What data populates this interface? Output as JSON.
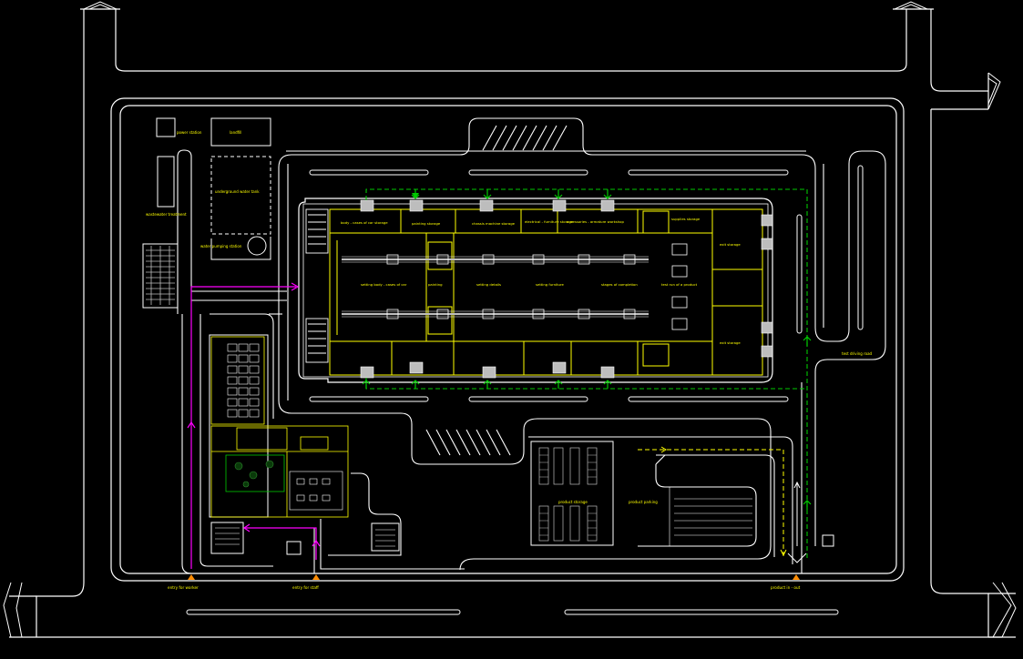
{
  "colors": {
    "background": "#000000",
    "line": "#ffffff",
    "yellow": "#ffff00",
    "green": "#00c800",
    "magenta": "#ff00ff",
    "orange": "#ff8c00",
    "gray": "#bdbdbd",
    "cyan": "#00e5ff"
  },
  "labels": {
    "power_station": "power station",
    "landfill": "landfill",
    "underground_water_tank": "underground water tank",
    "wastewater_treatment": "wastewater treatment",
    "water_pumping_station": "water pumping station",
    "body_storage": "body - cases of car storage",
    "painting_storage": "painting storage",
    "chassis_storage": "chassis machine storage",
    "electrical_storage": "electrical - furniture storage",
    "accessories_storage": "accessories - armature workshop",
    "supplies_storage": "supplies storage",
    "exit_storage_top": "exit storage",
    "exit_storage_bottom": "exit storage",
    "setting_body": "setting body - cases of car",
    "painting": "painting",
    "setting_details": "setting details",
    "setting_furniture": "setting furniture",
    "stages_completion": "stages of completion",
    "test_product": "test run of a product",
    "test_driving_road": "test driving road",
    "product_storage": "product storage",
    "product_parking": "product parking",
    "entry_worker": "entry for worker",
    "entry_staff": "entry for staff",
    "product_in_out": "product in - out"
  }
}
